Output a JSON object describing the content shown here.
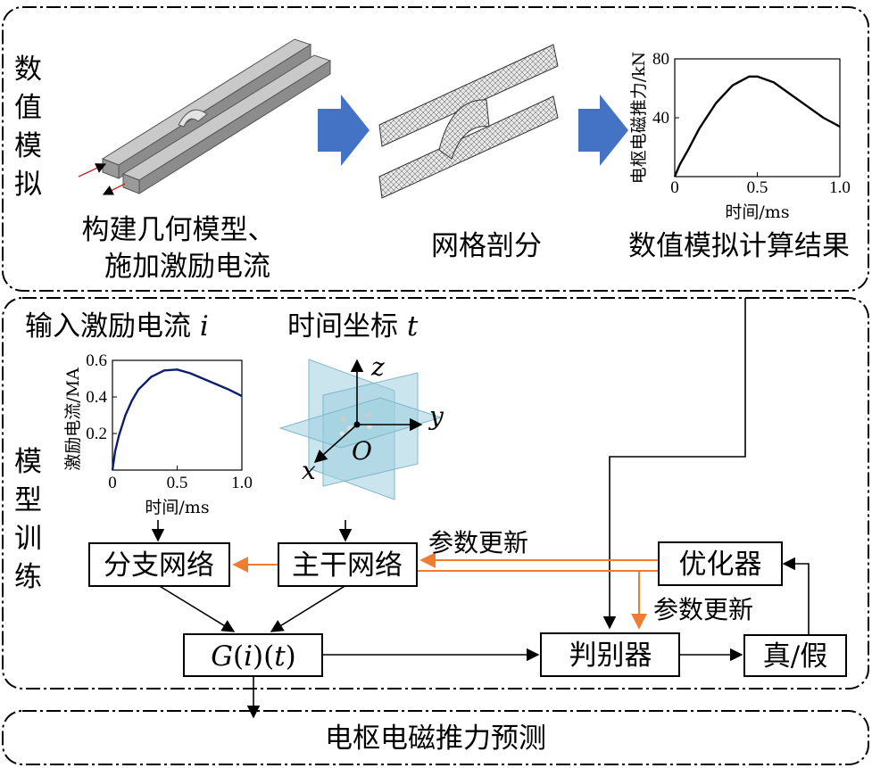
{
  "sections": {
    "numerical": "数值模拟",
    "training": "模型训练",
    "output": "电枢电磁推力预测"
  },
  "stages": {
    "geometry_line1": "构建几何模型、",
    "geometry_line2": "施加激励电流",
    "mesh": "网格剖分",
    "result": "数值模拟计算结果"
  },
  "inputs": {
    "current_label": "输入激励电流",
    "current_var": "i",
    "time_label": "时间坐标",
    "time_var": "t"
  },
  "axes3d": {
    "x": "x",
    "y": "y",
    "z": "z",
    "origin": "O"
  },
  "blocks": {
    "branch": "分支网络",
    "trunk": "主干网络",
    "optimizer": "优化器",
    "discriminator": "判别器",
    "real_fake": "真/假",
    "operator_G": "G",
    "operator_open": "(",
    "operator_i": "i",
    "operator_mid": ")(",
    "operator_t": "t",
    "operator_close": ")"
  },
  "labels": {
    "update_top": "参数更新",
    "update_right": "参数更新"
  },
  "colors": {
    "arrow_blue": "#4472c4",
    "update_orange": "#ed7d31",
    "curve_navy": "#0b1f6a",
    "plane_cyan": "#9fd0de"
  },
  "chart_data": [
    {
      "type": "line",
      "title": "",
      "xlabel": "时间/ms",
      "ylabel": "电枢电磁推力/kN",
      "xlim": [
        0,
        1.0
      ],
      "ylim": [
        0,
        80
      ],
      "xticks": [
        "0",
        "0.5",
        "1.0"
      ],
      "yticks": [
        "40",
        "80"
      ],
      "x": [
        0,
        0.03,
        0.08,
        0.15,
        0.25,
        0.35,
        0.45,
        0.5,
        0.6,
        0.7,
        0.8,
        0.9,
        1.0
      ],
      "series": [
        {
          "values": [
            0,
            8,
            18,
            33,
            50,
            62,
            68,
            68,
            64,
            56,
            48,
            40,
            34
          ]
        }
      ]
    },
    {
      "type": "line",
      "title": "",
      "xlabel": "时间/ms",
      "ylabel": "激励电流/MA",
      "xlim": [
        0,
        1.0
      ],
      "ylim": [
        0,
        0.6
      ],
      "xticks": [
        "0",
        "0.5",
        "1.0"
      ],
      "yticks": [
        "0.2",
        "0.4",
        "0.6"
      ],
      "x": [
        0,
        0.02,
        0.05,
        0.1,
        0.15,
        0.2,
        0.3,
        0.4,
        0.5,
        0.6,
        0.7,
        0.8,
        0.9,
        1.0
      ],
      "series": [
        {
          "values": [
            0,
            0.1,
            0.19,
            0.3,
            0.38,
            0.44,
            0.51,
            0.545,
            0.55,
            0.53,
            0.5,
            0.47,
            0.44,
            0.405
          ]
        }
      ]
    }
  ]
}
